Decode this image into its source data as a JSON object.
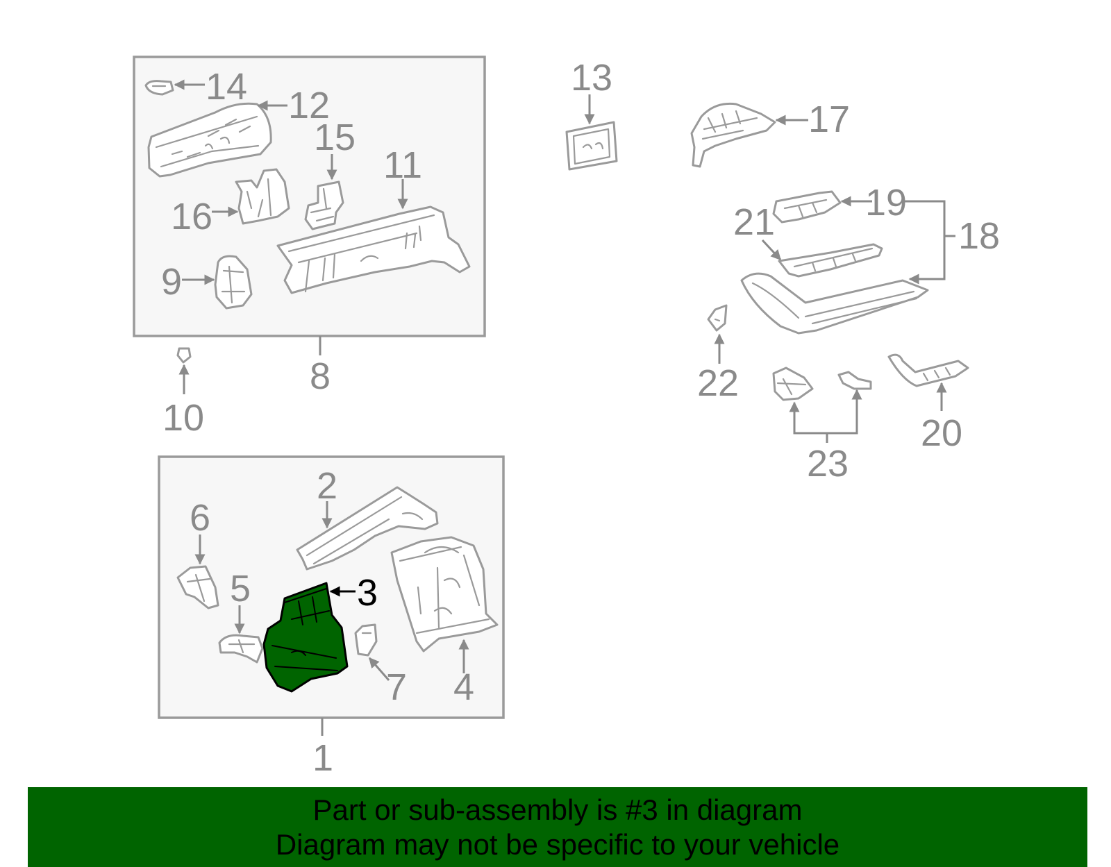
{
  "callouts": {
    "c1": "1",
    "c2": "2",
    "c3": "3",
    "c4": "4",
    "c5": "5",
    "c6": "6",
    "c7": "7",
    "c8": "8",
    "c9": "9",
    "c10": "10",
    "c11": "11",
    "c12": "12",
    "c13": "13",
    "c14": "14",
    "c15": "15",
    "c16": "16",
    "c17": "17",
    "c18": "18",
    "c19": "19",
    "c20": "20",
    "c21": "21",
    "c22": "22",
    "c23": "23"
  },
  "highlight": {
    "part_number": "3",
    "color": "#006400"
  },
  "banner": {
    "line1": "Part or sub-assembly is #3 in diagram",
    "line2": "Diagram may not be specific to your vehicle",
    "background": "#006400"
  },
  "colors": {
    "line": "#9a9a9a",
    "label": "#8a8a8a",
    "box_fill": "#f7f7f7"
  }
}
